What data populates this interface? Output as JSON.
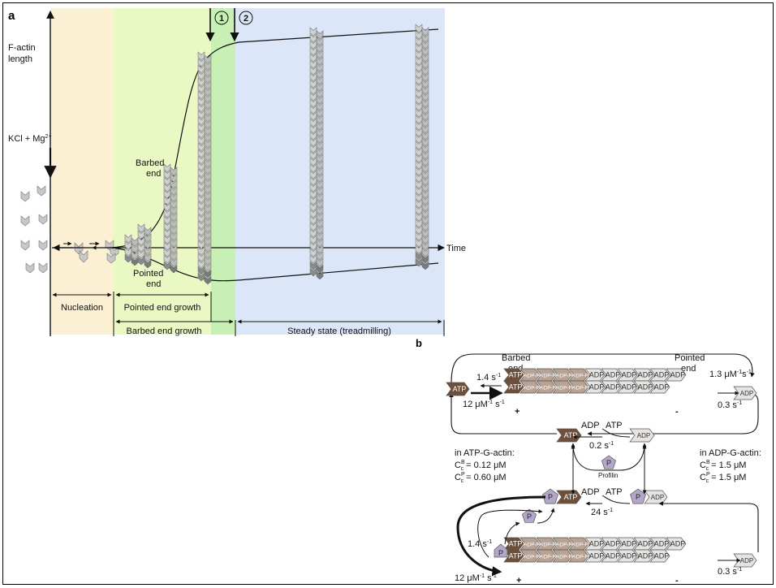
{
  "panel_a": {
    "letter": "a",
    "ylabel_line1": "F-actin",
    "ylabel_line2": "length",
    "kcl_label": "KCl + Mg",
    "kcl_sup": "2+",
    "barbed_line1": "Barbed",
    "barbed_line2": "end",
    "pointed_line1": "Pointed",
    "pointed_line2": "end",
    "time_label": "Time",
    "marker_1": "1",
    "marker_2": "2",
    "phase_nucleation": "Nucleation",
    "phase_pointed_growth": "Pointed end growth",
    "phase_barbed_growth": "Barbed end growth",
    "phase_steady": "Steady state (treadmilling)"
  },
  "panel_b": {
    "letter": "b",
    "barbed_line1": "Barbed",
    "barbed_line2": "end",
    "pointed_line1": "Pointed",
    "pointed_line2": "end",
    "rate_off_barbed": "1.4 s",
    "rate_on_barbed": "12 μM",
    "rate_on_pointed": "1.3 μM",
    "rate_off_pointed": "0.3 s",
    "sup_neg1": "-1",
    "atp": "ATP",
    "adp": "ADP",
    "adp_p": "ADP-P",
    "p": "P",
    "plus": "+",
    "minus": "-",
    "exchange_rate": "0.2 s",
    "profilin_rate": "24 s",
    "profilin": "Profilin",
    "atp_g_title": "in ATP-G-actin:",
    "atp_g_cb": "= 0.12 μM",
    "atp_g_cp": "= 0.60 μM",
    "adp_g_title": "in ADP-G-actin:",
    "adp_g_cb": "= 1.5 μM",
    "adp_g_cp": "= 1.5 μM",
    "c_symbol": "C",
    "sub_c": "c",
    "sup_b": "B",
    "sup_p": "P"
  },
  "colors": {
    "nucleation_bg": "#fbf0d4",
    "pointed_bg": "#eaf8c4",
    "barbed_bg": "#c8f0b4",
    "steady_bg": "#dbe7f8",
    "atp_brown": "#6e4f3a",
    "adp_p_tan": "#b8a293",
    "adp_light": "#e6e4e2",
    "profilin_violet": "#b3a6c6"
  }
}
